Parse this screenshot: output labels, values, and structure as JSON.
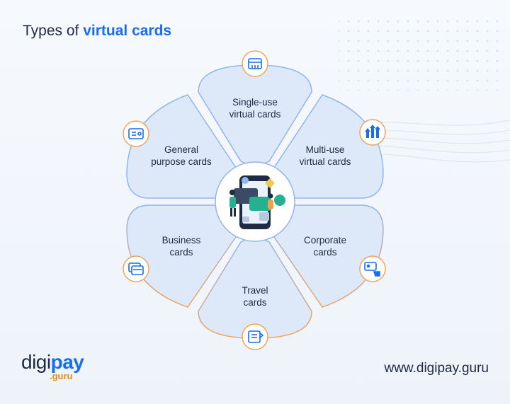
{
  "title": {
    "prefix": "Types of ",
    "accent": "virtual cards"
  },
  "petals": [
    {
      "key": "single-use",
      "line1": "Single-use",
      "line2": "virtual cards",
      "icon": "storefront-icon"
    },
    {
      "key": "multi-use",
      "line1": "Multi-use",
      "line2": "virtual cards",
      "icon": "arrows-icon"
    },
    {
      "key": "corporate",
      "line1": "Corporate",
      "line2": "cards",
      "icon": "card-hand-icon"
    },
    {
      "key": "travel",
      "line1": "Travel",
      "line2": "cards",
      "icon": "ticket-icon"
    },
    {
      "key": "business",
      "line1": "Business",
      "line2": "cards",
      "icon": "cards-icon"
    },
    {
      "key": "general-purpose",
      "line1": "General",
      "line2": "purpose cards",
      "icon": "id-card-icon"
    }
  ],
  "brand": {
    "prefix": "digi",
    "accent": "pay",
    "sub": ".guru"
  },
  "website": "www.digipay.guru",
  "colors": {
    "accent": "#1a6cf0",
    "petal_fill": "#dde9f8",
    "petal_stroke": "#8fb6ec",
    "orange": "#f2a35e"
  }
}
